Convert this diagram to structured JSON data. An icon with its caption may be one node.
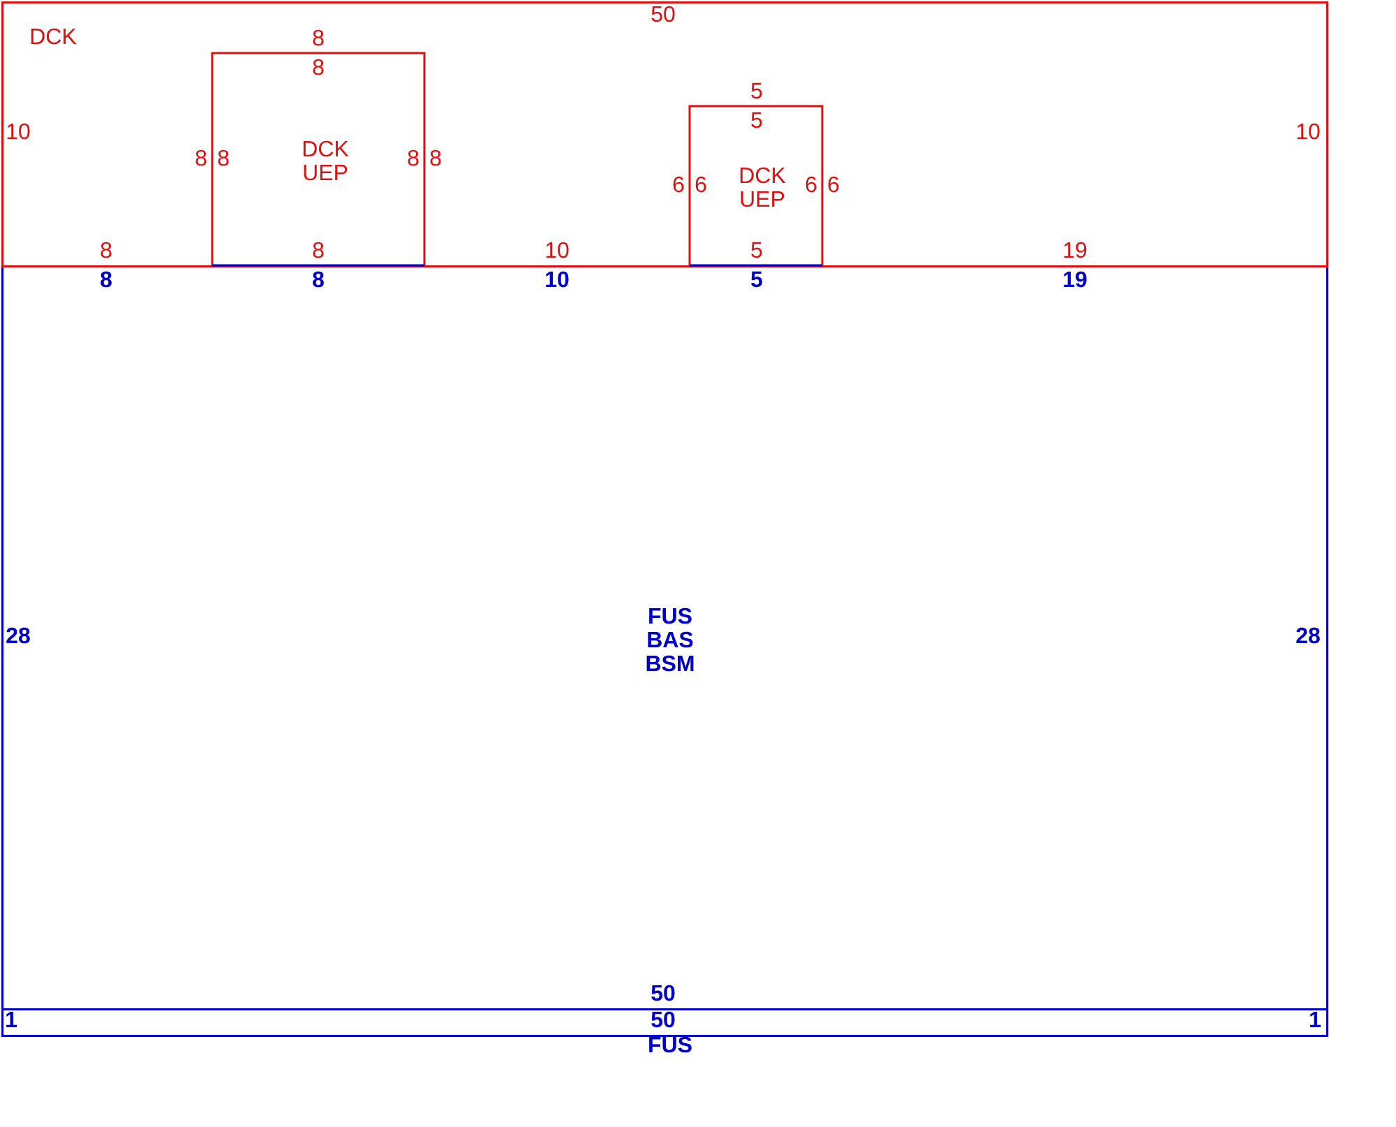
{
  "diagram": {
    "nodes": [
      {
        "text": [
          "DCK"
        ]
      },
      {
        "text": [
          "DCK UEP"
        ],
        "in": 0
      },
      {
        "text": [
          "DCK UEP"
        ],
        "in": 0
      },
      {
        "text": [
          "FUS BAS BSM"
        ]
      },
      {
        "text": [
          "FUS"
        ]
      }
    ],
    "labels": [
      "50",
      "8",
      "8",
      "5",
      "5",
      "10",
      "10",
      "8",
      "8",
      "8",
      "8",
      "6",
      "6",
      "6",
      "6",
      "8",
      "8",
      "10",
      "5",
      "19",
      "8",
      "8",
      "10",
      "5",
      "19",
      "28",
      "28",
      "50",
      "1",
      "50",
      "1"
    ]
  }
}
